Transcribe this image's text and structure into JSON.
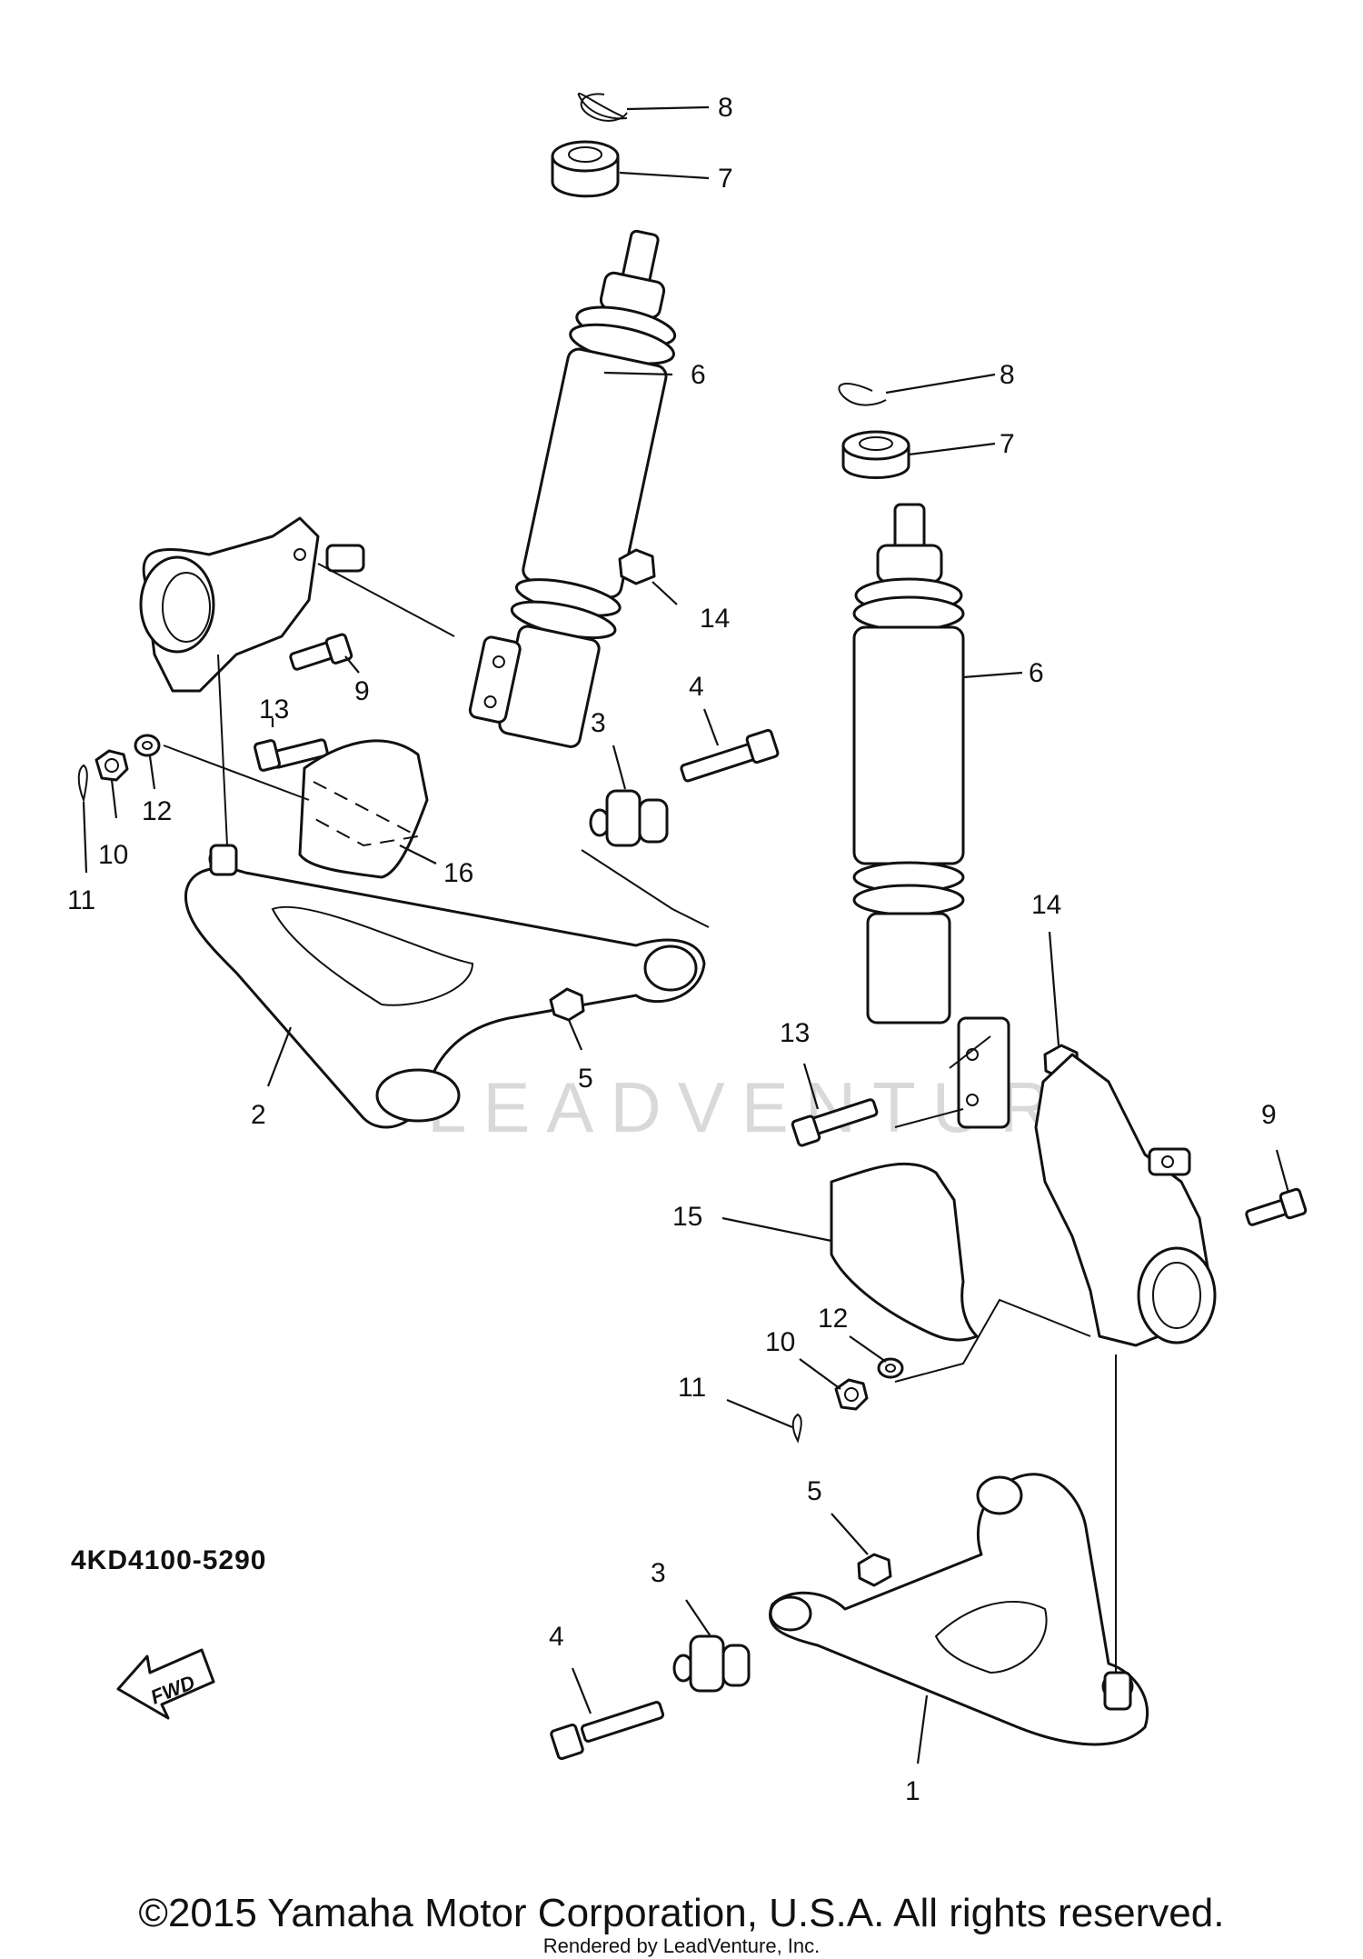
{
  "diagram": {
    "code": "4KD4100-5290",
    "watermark": "LEADVENTURE",
    "fwd_label": "FWD",
    "callouts": {
      "upper_left": [
        "8",
        "7",
        "6",
        "14",
        "9",
        "13",
        "12",
        "10",
        "11",
        "3",
        "4",
        "16",
        "2",
        "5"
      ],
      "lower_right": [
        "8",
        "7",
        "6",
        "14",
        "13",
        "9",
        "15",
        "12",
        "10",
        "11",
        "5",
        "3",
        "4",
        "1"
      ]
    }
  },
  "footer": {
    "copyright": "©2015 Yamaha Motor Corporation, U.S.A. All rights reserved.",
    "rendered_by": "Rendered by LeadVenture, Inc."
  }
}
